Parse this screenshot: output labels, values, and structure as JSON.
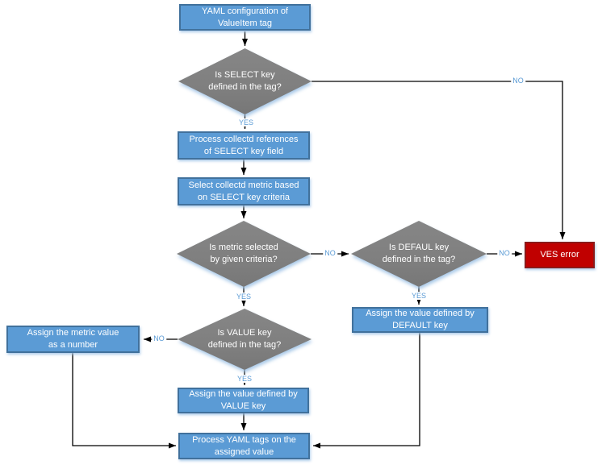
{
  "colors": {
    "process_fill": "#5B9BD5",
    "process_border": "#41719C",
    "decision_fill": "#7F7F7F",
    "error_fill": "#C00000",
    "error_border": "#8B1A1A",
    "connector": "#000000",
    "label_color": "#5B9BD5"
  },
  "nodes": {
    "start": {
      "label": [
        "YAML configuration of",
        "ValueItem tag"
      ]
    },
    "d_select": {
      "label": [
        "Is SELECT key",
        "defined in the tag?"
      ]
    },
    "process_refs": {
      "label": [
        "Process collectd references",
        "of SELECT key field"
      ]
    },
    "select_metric": {
      "label": [
        "Select collectd metric based",
        "on SELECT key criteria"
      ]
    },
    "d_metric": {
      "label": [
        "Is metric selected",
        "by given criteria?"
      ]
    },
    "d_default": {
      "label": [
        "Is DEFAUL key",
        "defined in the tag?"
      ]
    },
    "assign_default": {
      "label": [
        "Assign the value defined by",
        "DEFAULT key"
      ]
    },
    "d_value": {
      "label": [
        "Is VALUE key",
        "defined in the tag?"
      ]
    },
    "assign_metric": {
      "label": [
        "Assign the metric value",
        "as a number"
      ]
    },
    "assign_value": {
      "label": [
        "Assign the value defined by",
        "VALUE key"
      ]
    },
    "process_yaml": {
      "label": [
        "Process YAML tags on the",
        "assigned value"
      ]
    },
    "ves_error": {
      "label": "VES error"
    }
  },
  "edge_labels": {
    "select_no": "NO",
    "select_yes": "YES",
    "metric_no": "NO",
    "metric_yes": "YES",
    "default_no": "NO",
    "default_yes": "YES",
    "value_no": "NO",
    "value_yes": "YES"
  }
}
